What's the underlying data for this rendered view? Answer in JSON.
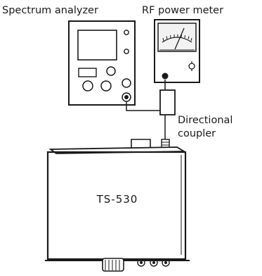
{
  "labels": {
    "spectrum_analyzer": "Spectrum analyzer",
    "rf_power_meter": "RF power meter",
    "directional_1": "Directional",
    "directional_2": "coupler",
    "transceiver_model": "TS-530"
  },
  "colors": {
    "ink": "#1a1a1a",
    "paper": "#ffffff",
    "meter_face": "#f2f2f2"
  }
}
